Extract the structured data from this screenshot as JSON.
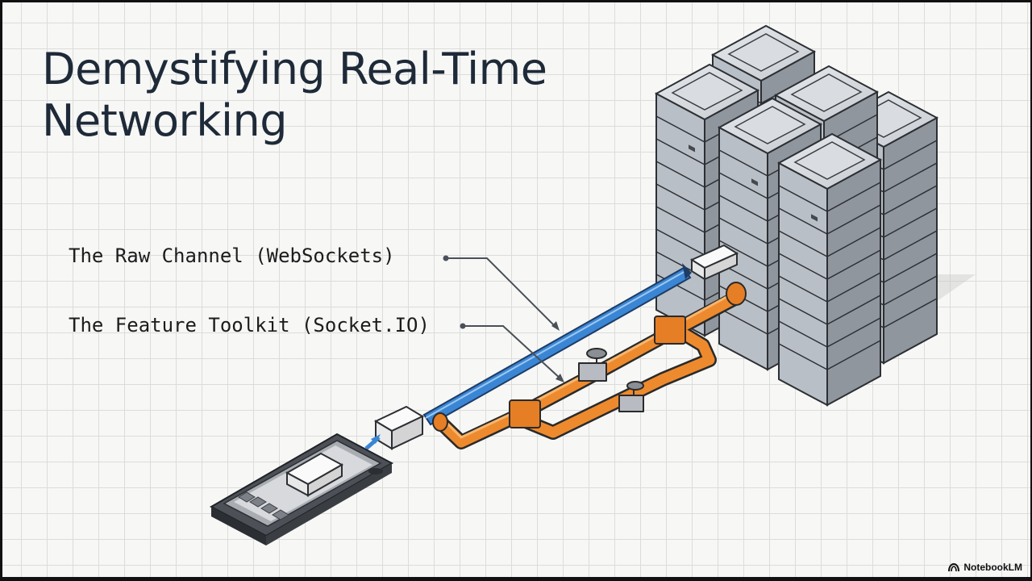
{
  "title": {
    "line1": "Demystifying Real-Time",
    "line2": "Networking"
  },
  "callouts": {
    "raw_channel": "The Raw Channel (WebSockets)",
    "feature_toolkit": "The Feature Toolkit (Socket.IO)"
  },
  "brand": {
    "label": "NotebookLM",
    "icon": "notebooklm-logo-icon"
  },
  "colors": {
    "title": "#1e2a38",
    "websocket_pipe": "#3a86d4",
    "socketio_pipe": "#ee8a2e",
    "server": "#c9ced4",
    "grid": "#dcdcdb"
  },
  "icons": {
    "server": "server-rack-icon",
    "phone": "smartphone-icon",
    "data_packet": "data-packet-icon",
    "valve": "valve-icon"
  }
}
